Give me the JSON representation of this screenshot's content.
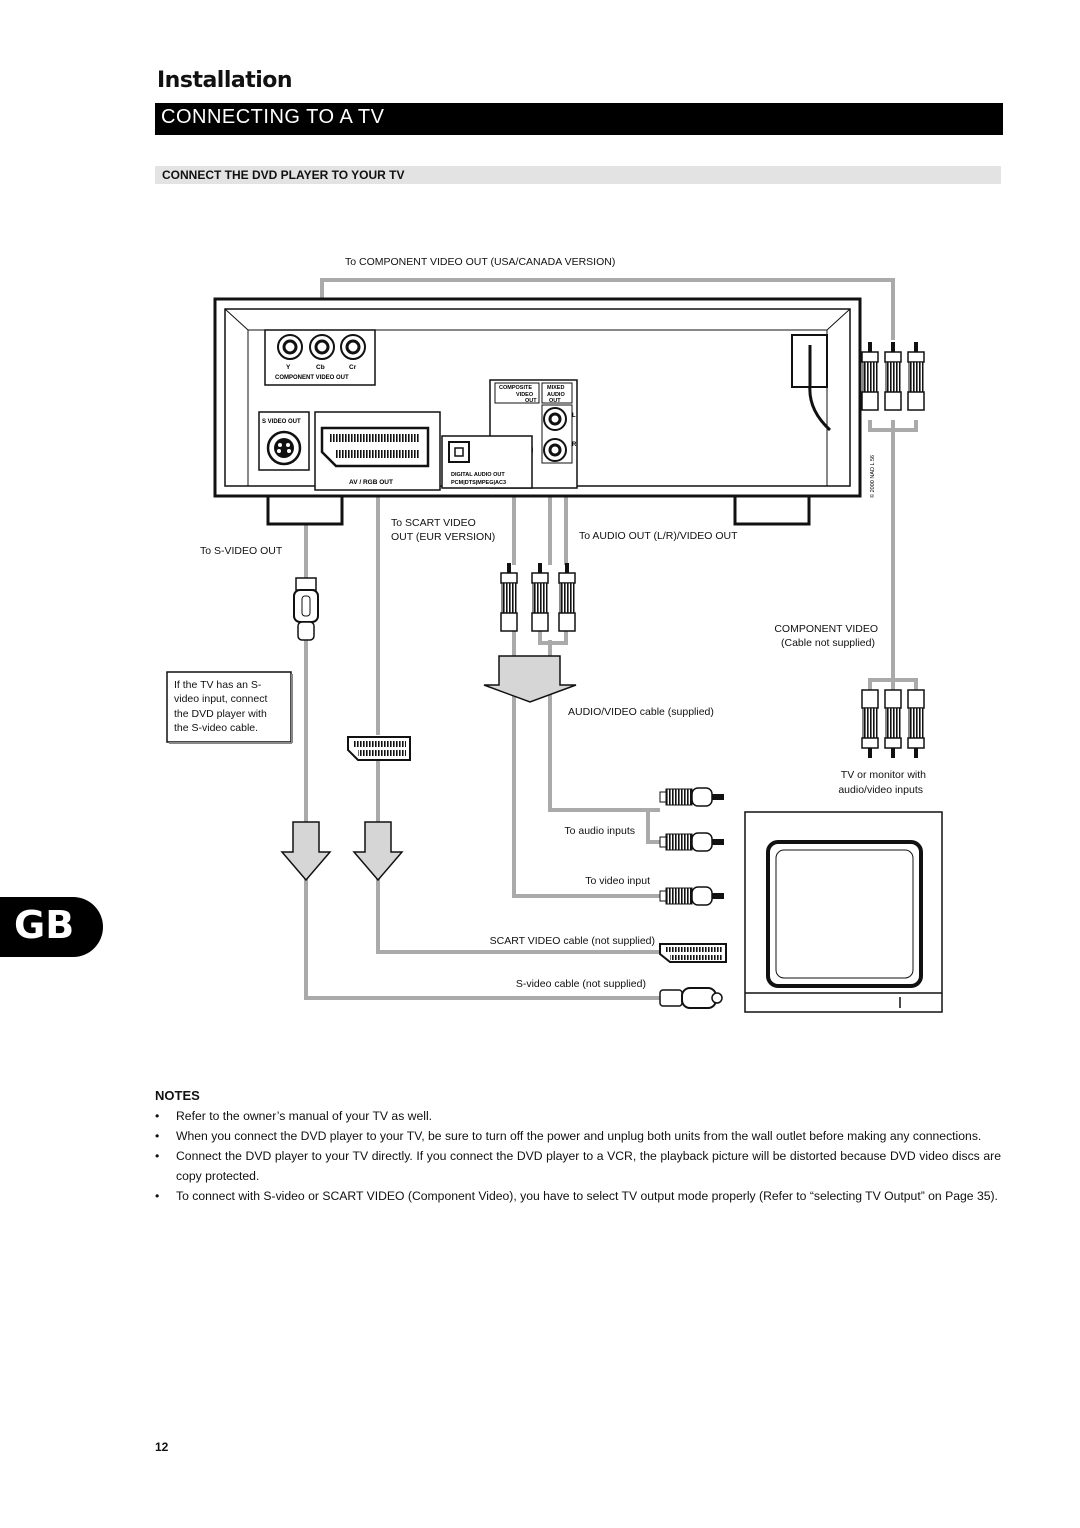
{
  "header": {
    "section": "Installation",
    "title": "CONNECTING TO A TV",
    "subheading": "CONNECT THE DVD PLAYER TO YOUR TV"
  },
  "diagram": {
    "label_component_top": "To COMPONENT VIDEO OUT (USA/CANADA VERSION)",
    "panel_y": "Y",
    "panel_cb": "Cb",
    "panel_cr": "Cr",
    "panel_component_video_out": "COMPONENT VIDEO OUT",
    "panel_s_video_out": "S VIDEO OUT",
    "panel_av_rgb_out": "AV / RGB OUT",
    "panel_composite_1": "COMPOSITE",
    "panel_composite_2": "VIDEO",
    "panel_composite_3": "OUT",
    "panel_mixed_1": "MIXED",
    "panel_mixed_2": "AUDIO",
    "panel_mixed_3": "OUT",
    "panel_l": "L",
    "panel_r": "R",
    "panel_digital_audio_out": "DIGITAL AUDIO OUT",
    "panel_formats": "PCM|DTS|MPEG|AC3",
    "copyright": "© 2000 NAD L 56",
    "label_scart_1": "To SCART VIDEO",
    "label_scart_2": "OUT (EUR VERSION)",
    "label_audio_out": "To AUDIO OUT (L/R)/VIDEO OUT",
    "label_s_video_out": "To S-VIDEO OUT",
    "label_component_video": "COMPONENT VIDEO",
    "label_cable_not_supplied": "(Cable not supplied)",
    "label_av_cable": "AUDIO/VIDEO cable (supplied)",
    "tip_1": "If the TV has an S-",
    "tip_2": "video input, connect",
    "tip_3": "the DVD player with",
    "tip_4": "the S-video cable.",
    "label_tv_1": "TV or monitor with",
    "label_tv_2": "audio/video inputs",
    "label_audio_inputs": "To audio inputs",
    "label_video_input": "To video input",
    "label_scart_cable": "SCART VIDEO cable (not supplied)",
    "label_svideo_cable": "S-video cable (not supplied)"
  },
  "notes": {
    "heading": "NOTES",
    "bullet": "•",
    "items": [
      "Refer to the owner’s manual of your TV as well.",
      "When you connect the DVD player to your TV, be sure to turn off the power and unplug both units from the wall outlet before making any connections.",
      "Connect the DVD player to your TV directly. If you connect the DVD player to a VCR, the playback picture will be distorted because DVD video discs are copy protected.",
      "To connect with S-video or SCART VIDEO (Component Video), you have to select TV output mode properly (Refer to “selecting TV Output” on Page 35)."
    ]
  },
  "side_tab": "GB",
  "page_number": "12"
}
